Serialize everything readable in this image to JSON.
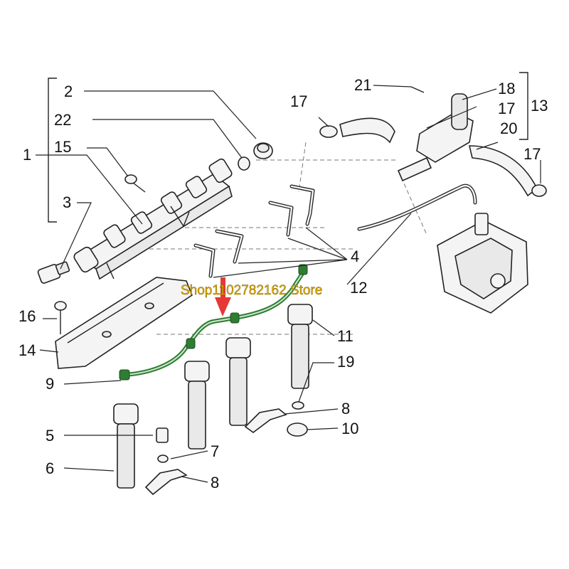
{
  "diagram": {
    "callouts": [
      {
        "id": "c2",
        "text": "2"
      },
      {
        "id": "c22",
        "text": "22"
      },
      {
        "id": "c15",
        "text": "15"
      },
      {
        "id": "c1",
        "text": "1"
      },
      {
        "id": "c3",
        "text": "3"
      },
      {
        "id": "c16",
        "text": "16"
      },
      {
        "id": "c14",
        "text": "14"
      },
      {
        "id": "c9",
        "text": "9"
      },
      {
        "id": "c5",
        "text": "5"
      },
      {
        "id": "c6",
        "text": "6"
      },
      {
        "id": "c7",
        "text": "7"
      },
      {
        "id": "c8a",
        "text": "8"
      },
      {
        "id": "c17a",
        "text": "17"
      },
      {
        "id": "c21",
        "text": "21"
      },
      {
        "id": "c18",
        "text": "18"
      },
      {
        "id": "c17b",
        "text": "17"
      },
      {
        "id": "c13",
        "text": "13"
      },
      {
        "id": "c20",
        "text": "20"
      },
      {
        "id": "c17c",
        "text": "17"
      },
      {
        "id": "c4",
        "text": "4"
      },
      {
        "id": "c12",
        "text": "12"
      },
      {
        "id": "c11",
        "text": "11"
      },
      {
        "id": "c19",
        "text": "19"
      },
      {
        "id": "c8b",
        "text": "8"
      },
      {
        "id": "c10",
        "text": "10"
      }
    ],
    "watermark": "Shop1102782162 Store",
    "colors": {
      "highlight_pipe": "#2e7d32",
      "arrow": "#e53935",
      "watermark": "#f0b800"
    }
  }
}
